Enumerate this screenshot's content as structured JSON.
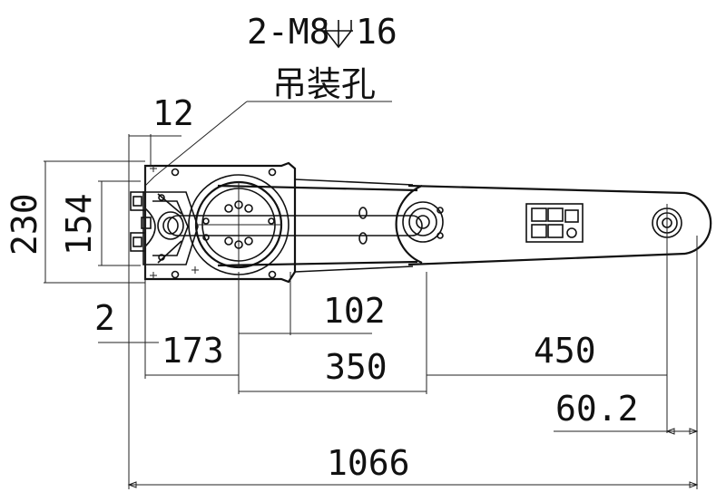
{
  "annotation": {
    "thread": "2-M8",
    "depth": "16",
    "description": "吊装孔"
  },
  "dimensions": {
    "d12": "12",
    "d230": "230",
    "d154": "154",
    "d2": "2",
    "d173": "173",
    "d102": "102",
    "d350": "350",
    "d450": "450",
    "d60_2": "60.2",
    "d1066": "1066"
  }
}
